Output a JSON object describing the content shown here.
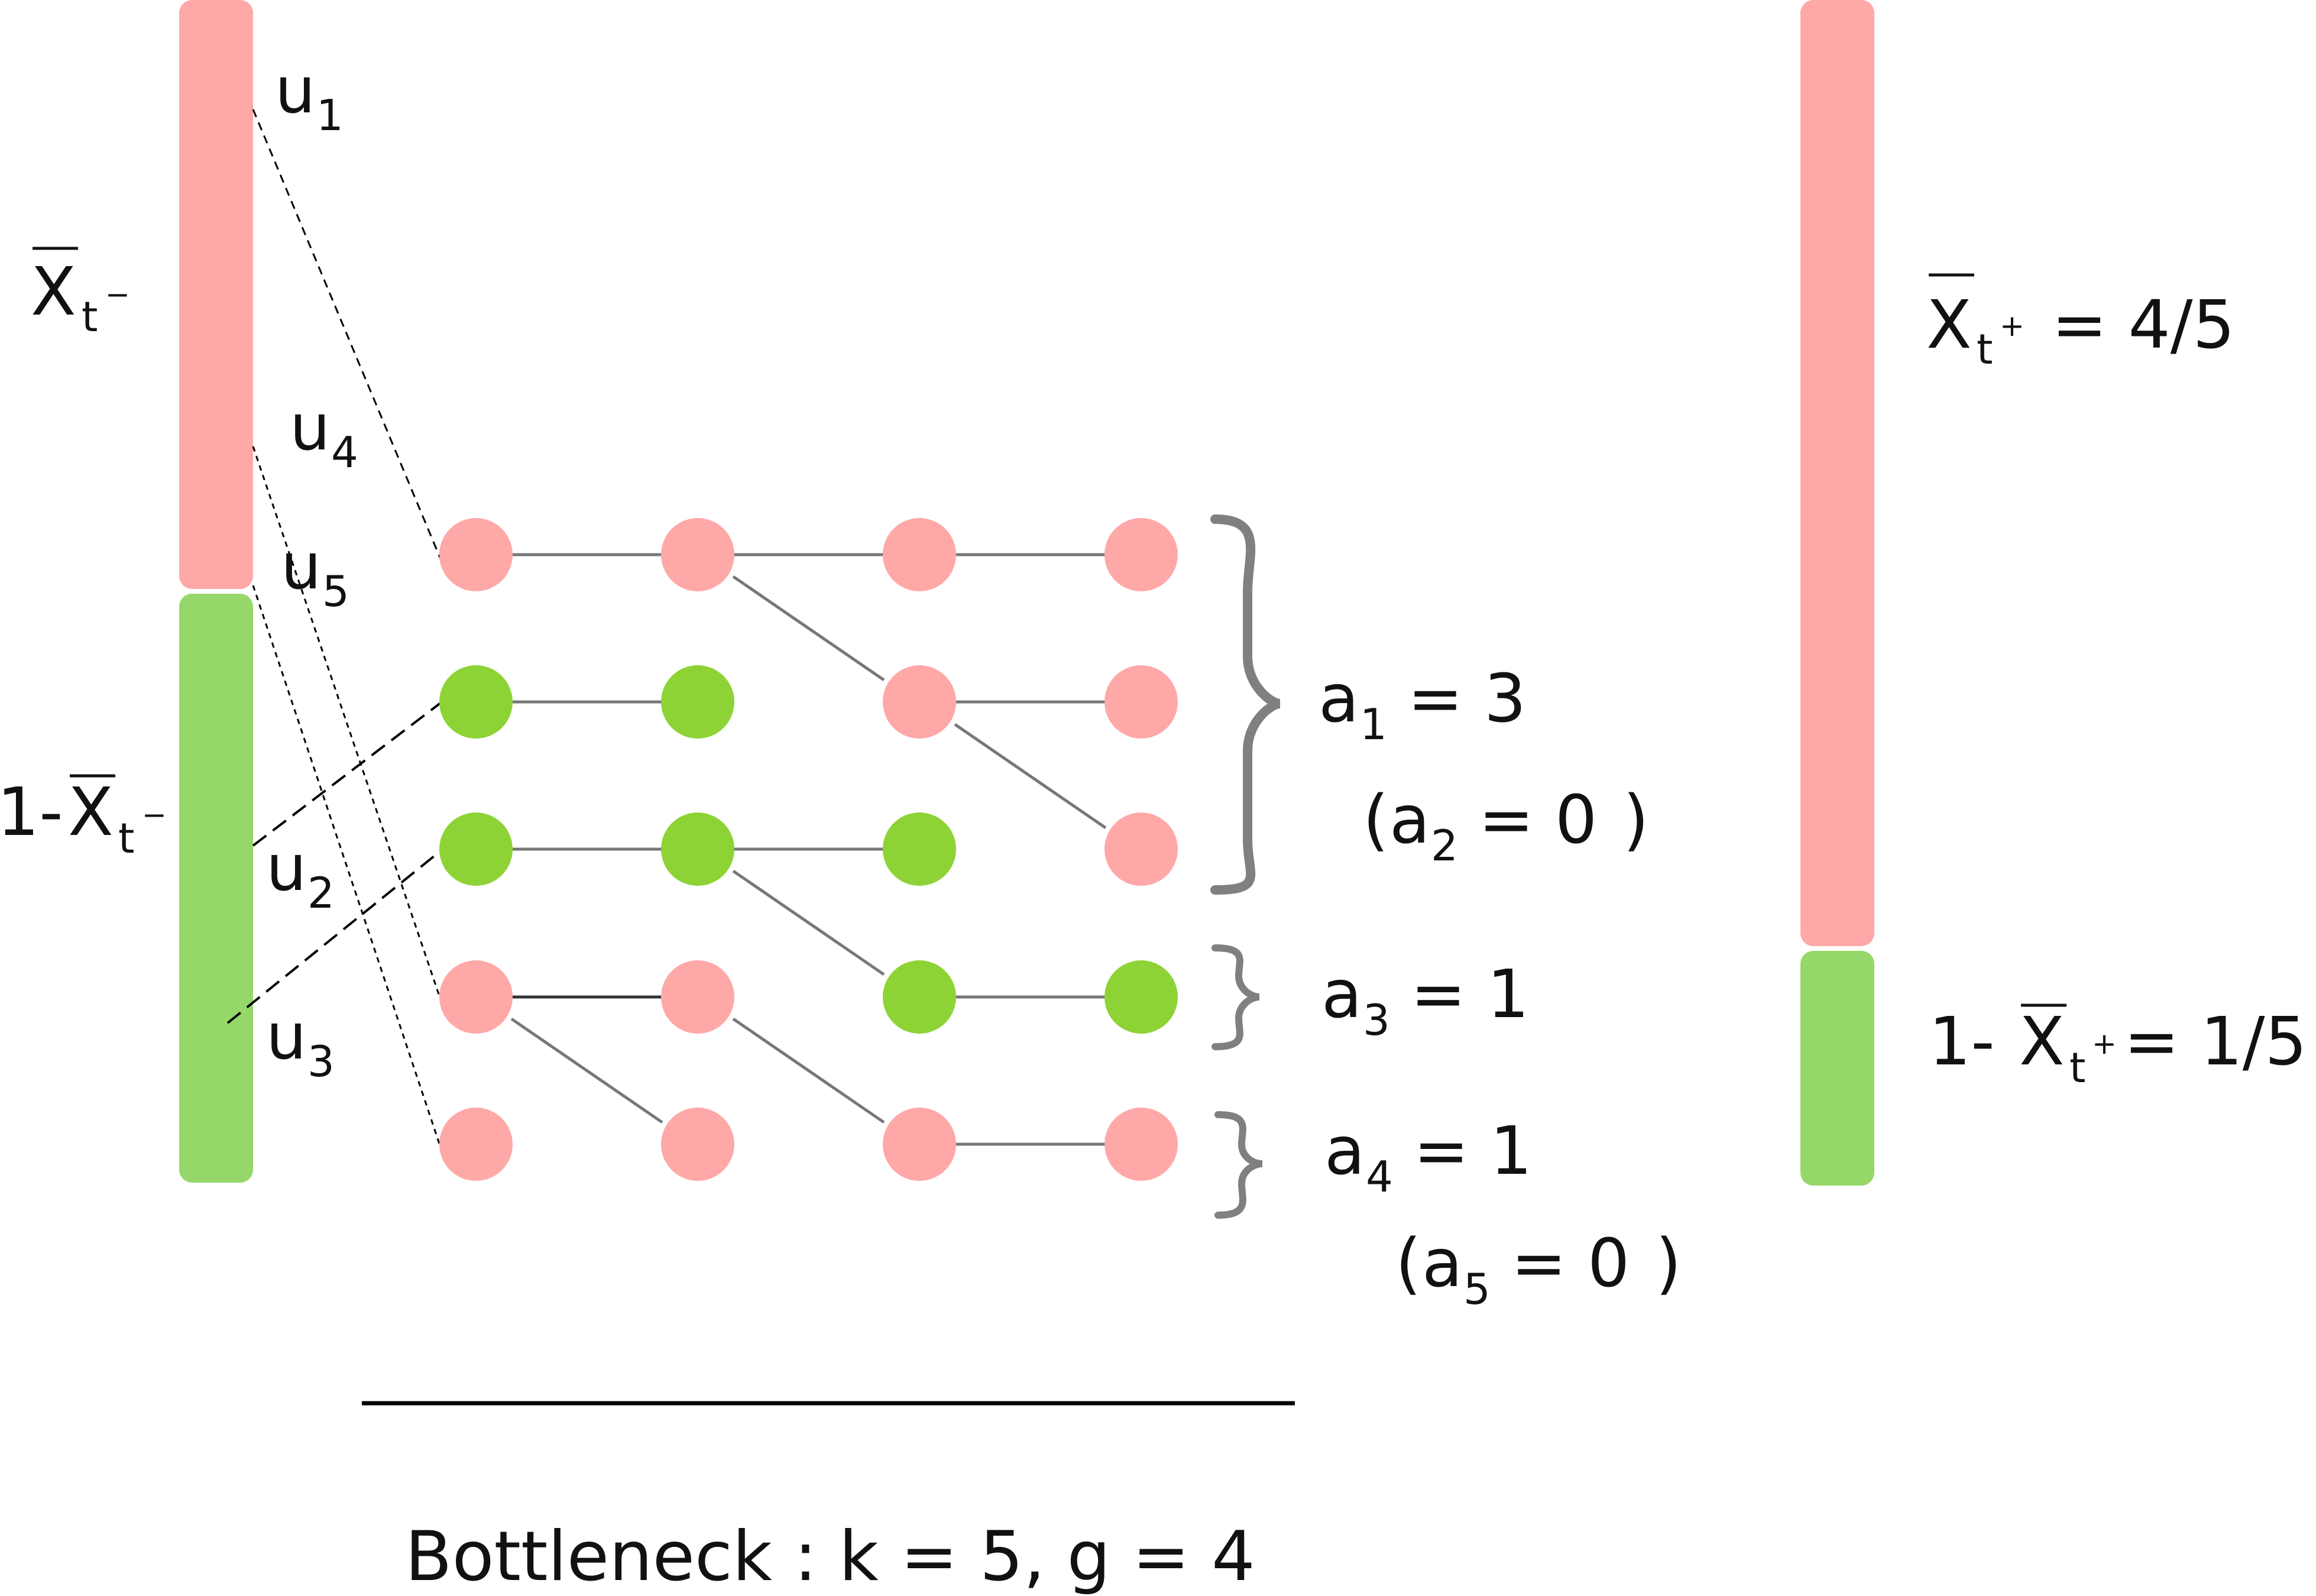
{
  "colors": {
    "pink": "#FFA8A8",
    "green": "#96D76A",
    "green_node": "#8DD335",
    "line": "#777777",
    "brace": "#808080",
    "text": "#111111"
  },
  "left_bar": {
    "top_fraction": 0.5,
    "label_top": {
      "base": "X",
      "sub": "t",
      "sup": "−"
    },
    "label_bottom": {
      "prefix": "1-",
      "base": "X",
      "sub": "t",
      "sup": "−"
    }
  },
  "right_bar": {
    "top_fraction": 0.8,
    "label_top": {
      "base": "X",
      "sub": "t",
      "sup": "+",
      "value": "= 4/5"
    },
    "label_bottom": {
      "prefix": "1-",
      "base": "X",
      "sub": "t",
      "sup": "+",
      "value": "= 1/5"
    }
  },
  "uniforms": [
    {
      "name": "u",
      "index": "1"
    },
    {
      "name": "u",
      "index": "4"
    },
    {
      "name": "u",
      "index": "5"
    },
    {
      "name": "u",
      "index": "2"
    },
    {
      "name": "u",
      "index": "3"
    }
  ],
  "generations": 4,
  "rows": 5,
  "node_colors": [
    [
      "pink",
      "pink",
      "pink",
      "pink"
    ],
    [
      "green",
      "green",
      "pink",
      "pink"
    ],
    [
      "green",
      "green",
      "green",
      "pink"
    ],
    [
      "pink",
      "pink",
      "green",
      "green"
    ],
    [
      "pink",
      "pink",
      "pink",
      "pink"
    ]
  ],
  "offspring_labels": [
    {
      "var": "a",
      "index": "1",
      "rest": " = 3"
    },
    {
      "var": "a",
      "index": "2",
      "rest": " = 0",
      "paren": true
    },
    {
      "var": "a",
      "index": "3",
      "rest": " = 1"
    },
    {
      "var": "a",
      "index": "4",
      "rest": " = 1"
    },
    {
      "var": "a",
      "index": "5",
      "rest": " = 0",
      "paren": true
    }
  ],
  "bottleneck_label": "Bottleneck : k = 5, g = 4"
}
